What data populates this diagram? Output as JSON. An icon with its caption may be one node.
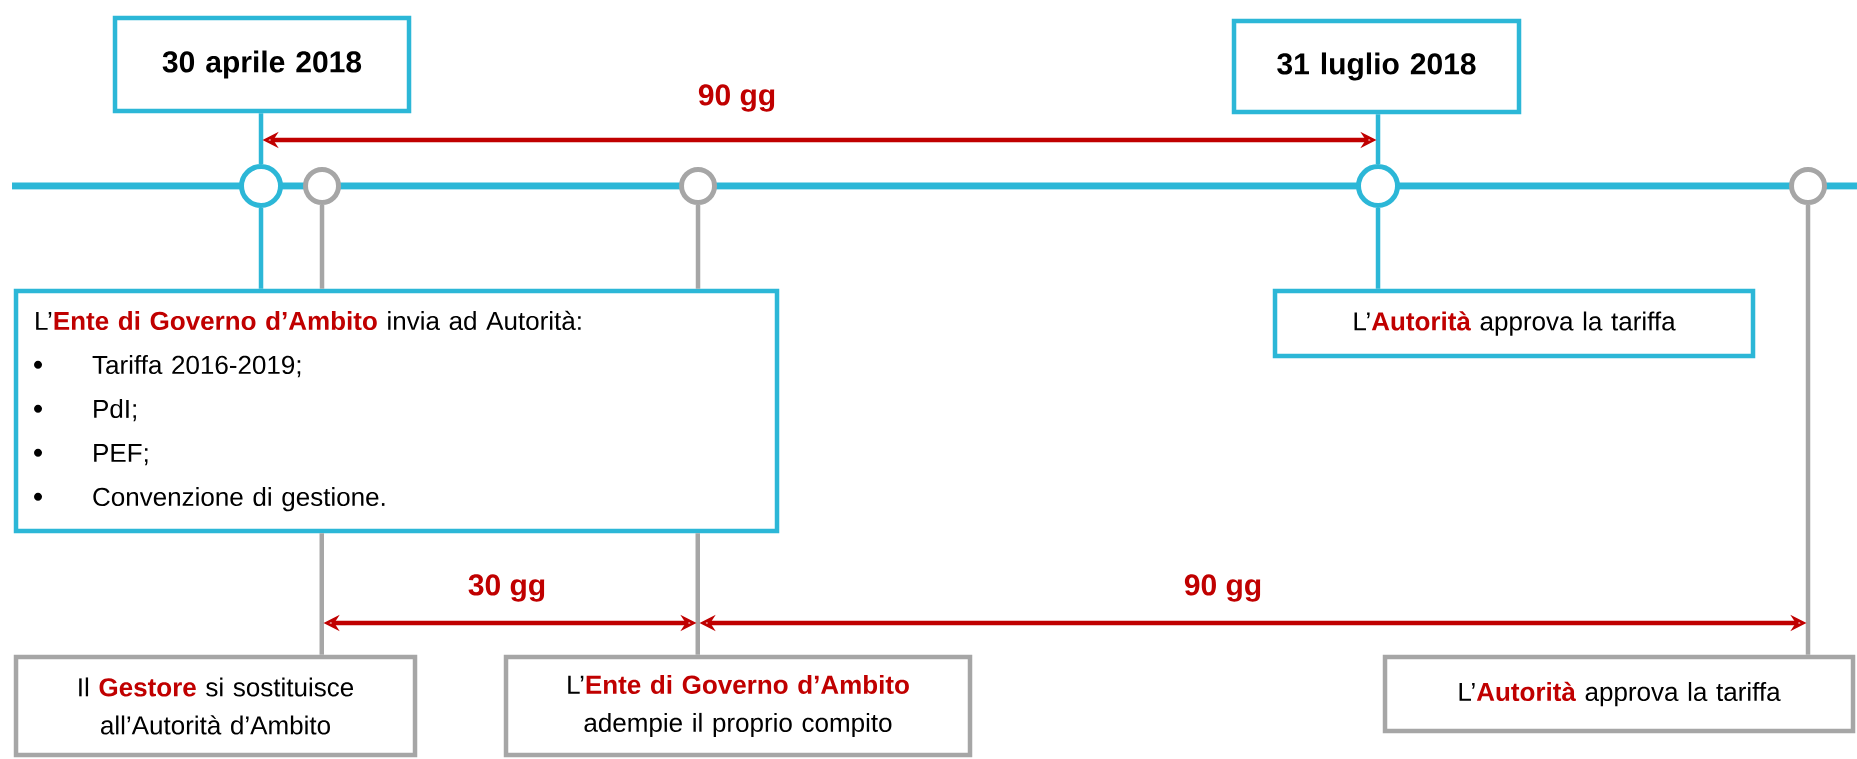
{
  "diagram": {
    "nodes": [
      {
        "text": [
          "30 aprile 2018"
        ]
      },
      {
        "text": [
          "31 luglio 2018"
        ]
      },
      {
        "text": [],
        "shape": "circle"
      },
      {
        "text": [],
        "shape": "circle"
      },
      {
        "text": [],
        "shape": "circle"
      },
      {
        "text": [],
        "shape": "circle"
      },
      {
        "text": [],
        "shape": "circle"
      },
      {
        "text": [
          "L’**Ente di Governo d’Ambito** invia ad Autorità:",
          "Tariffa 2016-2019;",
          "PdI;",
          "PEF;",
          "Convenzione di gestione."
        ]
      },
      {
        "text": [
          "L’**Autorità** approva la tariffa"
        ]
      },
      {
        "text": [
          "Il **Gestore** si sostituisce all’Autorità d’Ambito"
        ]
      },
      {
        "text": [
          "L’**Ente di Governo d’Ambito** adempie il proprio compito"
        ]
      },
      {
        "text": [
          "L’**Autorità** approva la tariffa"
        ]
      }
    ],
    "edges": [
      {
        "from": 0,
        "to": 2,
        "arrow": "none",
        "color": "#2cb7d7"
      },
      {
        "from": 2,
        "to": 7,
        "arrow": "none",
        "color": "#2cb7d7"
      },
      {
        "from": 1,
        "to": 5,
        "arrow": "none",
        "color": "#2cb7d7"
      },
      {
        "from": 5,
        "to": 8,
        "arrow": "none",
        "color": "#2cb7d7"
      },
      {
        "from": 3,
        "to": 7,
        "arrow": "none"
      },
      {
        "from": 7,
        "to": 9,
        "arrow": "none"
      },
      {
        "from": 4,
        "to": 7,
        "arrow": "none"
      },
      {
        "from": 7,
        "to": 10,
        "arrow": "none"
      },
      {
        "from": 6,
        "to": 11,
        "arrow": "none"
      }
    ],
    "labels": [
      "90 gg",
      "30 gg",
      "90 gg"
    ]
  }
}
